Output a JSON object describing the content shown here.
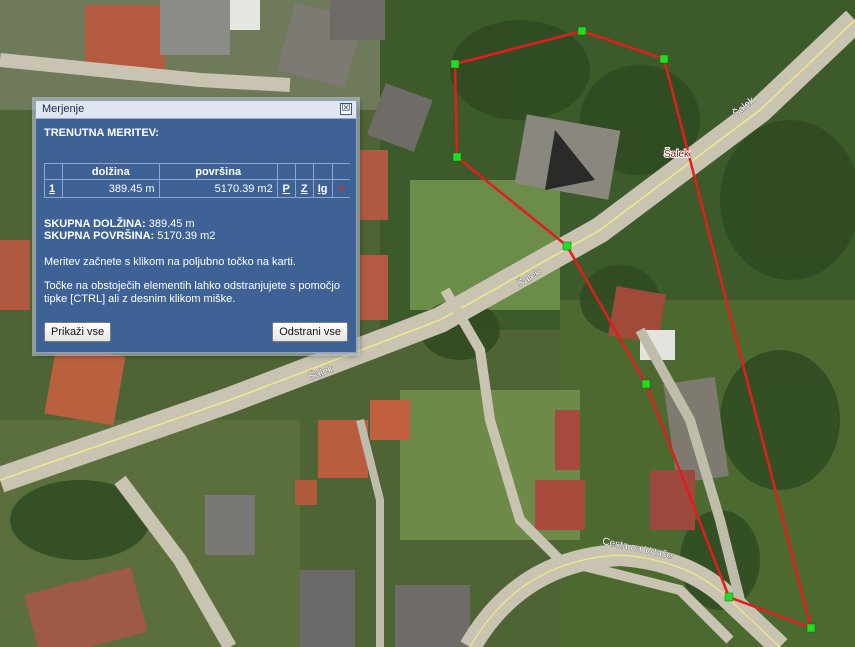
{
  "panel": {
    "title": "Merjenje",
    "close_glyph": "☒",
    "current_heading": "TRENUTNA MERITEV:",
    "columns": {
      "length": "dolžina",
      "area": "površina"
    },
    "row": {
      "index": "1",
      "length": "389.45 m",
      "area": "5170.39 m2",
      "action_p": "P",
      "action_z": "Z",
      "action_ig": "Ig",
      "action_delete": "×"
    },
    "total_length_label": "SKUPNA DOLŽINA:",
    "total_length_value": "389.45 m",
    "total_area_label": "SKUPNA POVRŠINA:",
    "total_area_value": "5170.39 m2",
    "hint_start": "Meritev začnete s klikom na poljubno točko na karti.",
    "hint_remove": "Točke na obstoječih elementih lahko odstranjujete s pomočjo tipke [CTRL] ali z desnim klikom miške.",
    "show_all_button": "Prikaži vse",
    "remove_all_button": "Odstrani vse"
  },
  "map": {
    "labels": {
      "salek_road_1": "Šalek",
      "salek_road_2": "Šalek",
      "salek_road_3": "Šalek",
      "salek_poi": "Šalek",
      "cesta_na_vrtace": "Cesta na Vrtače"
    },
    "measure_color": "#e51c1c",
    "vertex_color": "#22dd22",
    "icons": [
      "castle-icon"
    ]
  }
}
